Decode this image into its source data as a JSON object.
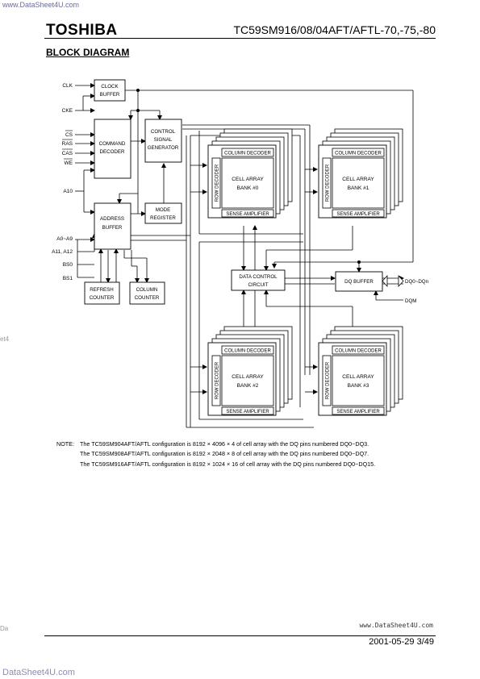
{
  "watermark_top": "www.DataSheet4U.com",
  "brand": "TOSHIBA",
  "part_number": "TC59SM916/08/04AFT/AFTL-70,-75,-80",
  "section_title": "BLOCK DIAGRAM",
  "side_marks": {
    "left_a": "et4",
    "left_b": "Da"
  },
  "diagram": {
    "inputs": {
      "clk": "CLK",
      "cke": "CKE",
      "cs": "CS",
      "ras": "RAS",
      "cas": "CAS",
      "we": "WE",
      "a10": "A10",
      "a0_a9": "A0~A9",
      "a11_a12": "A11, A12",
      "bs0": "BS0",
      "bs1": "BS1"
    },
    "blocks": {
      "clock_buffer": [
        "CLOCK",
        "BUFFER"
      ],
      "command_decoder": [
        "COMMAND",
        "DECODER"
      ],
      "control_signal_generator": [
        "CONTROL",
        "SIGNAL",
        "GENERATOR"
      ],
      "mode_register": [
        "MODE",
        "REGISTER"
      ],
      "address_buffer": [
        "ADDRESS",
        "BUFFER"
      ],
      "refresh_counter": [
        "REFRESH",
        "COUNTER"
      ],
      "column_counter": [
        "COLUMN",
        "COUNTER"
      ],
      "data_control_circuit": [
        "DATA CONTROL",
        "CIRCUIT"
      ],
      "dq_buffer": "DQ BUFFER"
    },
    "bank_labels": {
      "column_decoder": "COLUMN DECODER",
      "row_decoder": "ROW DECODER",
      "cell_array": "CELL ARRAY",
      "sense_amplifier": "SENSE AMPLIFIER"
    },
    "banks": [
      "BANK #0",
      "BANK #1",
      "BANK #2",
      "BANK #3"
    ],
    "outputs": {
      "dq": "DQ0~DQn",
      "dqm": "DQM"
    }
  },
  "notes": {
    "label": "NOTE:",
    "lines": [
      "The TC59SM904AFT/AFTL configuration is 8192 × 4096 × 4 of cell array with the DQ pins numbered DQ0~DQ3.",
      "The TC59SM908AFT/AFTL configuration is 8192 × 2048 × 8 of cell array with the DQ pins numbered DQ0~DQ7.",
      "The TC59SM916AFT/AFTL configuration is 8192 × 1024 × 16 of cell array with the DQ pins numbered DQ0~DQ15."
    ]
  },
  "watermark_bottom": "www.DataSheet4U.com",
  "footer": "2001-05-29   3/49",
  "watermark_footer": "DataSheet4U.com"
}
